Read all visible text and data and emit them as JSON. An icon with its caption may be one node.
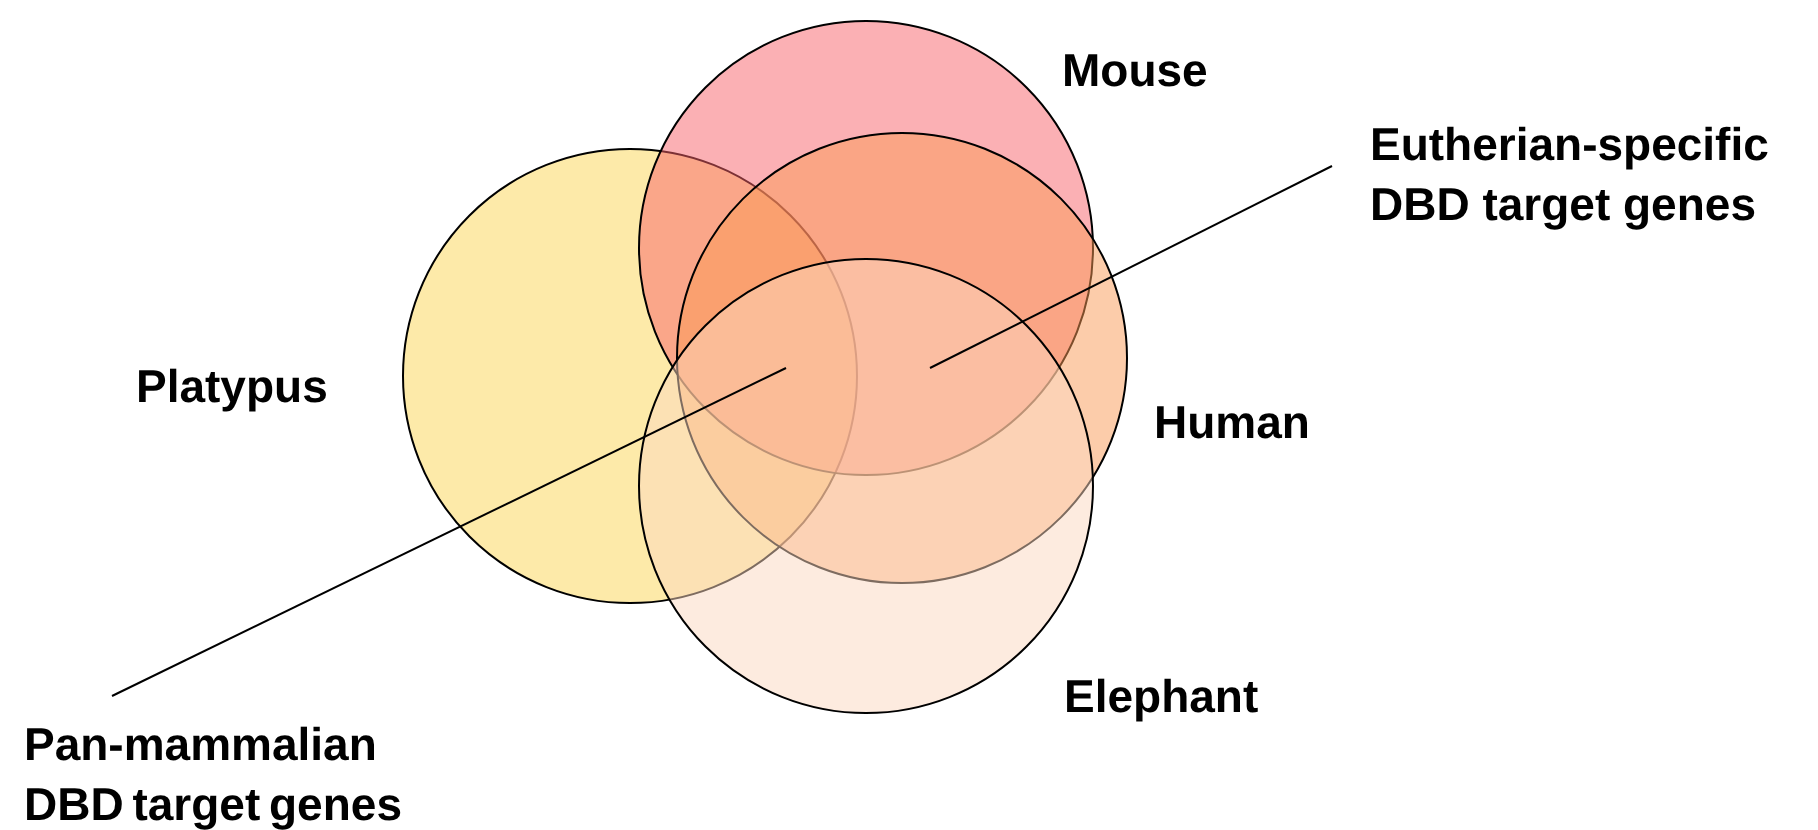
{
  "diagram": {
    "nodes": [
      {
        "text": [
          "Mouse"
        ]
      },
      {
        "text": [
          "Platypus"
        ]
      },
      {
        "text": [
          "Human"
        ]
      },
      {
        "text": [
          "Elephant"
        ]
      },
      {
        "text": [
          "Eutherian-specific DBD target genes"
        ]
      },
      {
        "text": [
          "Pan-mammalian DBD target genes"
        ]
      }
    ],
    "edges": [
      {
        "from": 4,
        "to": 2,
        "arrow": "none"
      },
      {
        "from": 5,
        "to": 2,
        "arrow": "none"
      }
    ]
  }
}
